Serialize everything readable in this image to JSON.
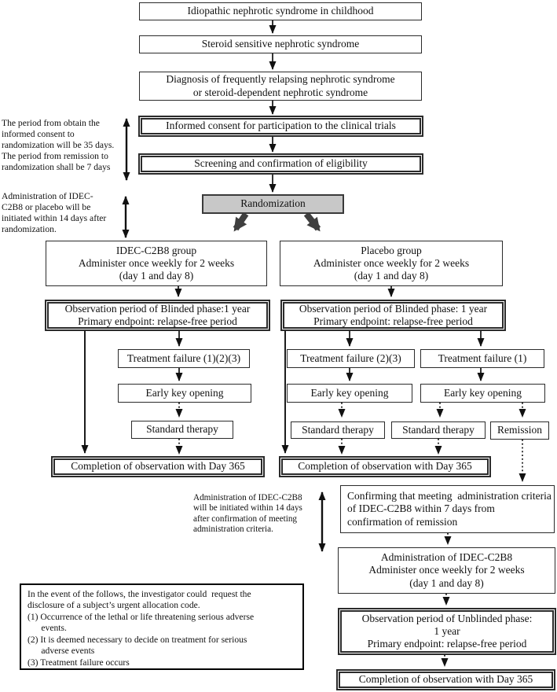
{
  "colors": {
    "box_border": "#2b2b2b",
    "randomization_fill": "#c8c8c8",
    "arrow": "#111111",
    "thick_arrow": "#3f3f3f"
  },
  "flow": {
    "idiopathic": {
      "label": "Idiopathic nephrotic syndrome in childhood"
    },
    "steroid_sensitive": {
      "label": "Steroid sensitive nephrotic syndrome"
    },
    "diagnosis": {
      "lines": [
        "Diagnosis of frequently relapsing nephrotic syndrome",
        "or steroid-dependent nephrotic syndrome"
      ]
    },
    "informed_consent": {
      "label": "Informed consent for participation to the clinical trials"
    },
    "screening": {
      "label": "Screening and confirmation of eligibility"
    },
    "randomization": {
      "label": "Randomization"
    },
    "idec_group": {
      "lines": [
        "IDEC-C2B8 group",
        "Administer once weekly for 2 weeks",
        "(day 1 and day 8)"
      ]
    },
    "placebo_group": {
      "lines": [
        "Placebo group",
        "Administer once weekly for 2 weeks",
        "(day 1 and day 8)"
      ]
    },
    "observation_blinded_idec": {
      "lines": [
        "Observation period of Blinded phase:1 year",
        "Primary endpoint: relapse-free period"
      ]
    },
    "observation_blinded_placebo": {
      "lines": [
        "Observation period of Blinded phase: 1 year",
        "Primary endpoint: relapse-free period"
      ]
    },
    "treatment_failure_idec": {
      "label": "Treatment failure (1)(2)(3)"
    },
    "treatment_failure_placebo_23": {
      "label": "Treatment failure (2)(3)"
    },
    "treatment_failure_placebo_1": {
      "label": "Treatment failure (1)"
    },
    "early_key_idec": {
      "label": "Early key opening"
    },
    "early_key_placebo_23": {
      "label": "Early key opening"
    },
    "early_key_placebo_1": {
      "label": "Early key opening"
    },
    "standard_therapy_idec": {
      "label": "Standard therapy"
    },
    "standard_therapy_placebo_23": {
      "label": "Standard therapy"
    },
    "standard_therapy_placebo_1": {
      "label": "Standard therapy"
    },
    "remission": {
      "label": "Remission"
    },
    "completion_idec": {
      "label": "Completion of observation with Day 365"
    },
    "completion_placebo": {
      "label": "Completion of observation with Day 365"
    },
    "confirming": {
      "lines": [
        "Confirming that meeting  administration criteria",
        "of IDEC-C2B8 within 7 days from",
        "confirmation of remission"
      ]
    },
    "administration_idec": {
      "lines": [
        "Administration of IDEC-C2B8",
        "Administer once weekly for 2 weeks",
        "(day 1 and day 8)"
      ]
    },
    "observation_unblinded": {
      "lines": [
        "Observation period of Unblinded phase:",
        "1 year",
        "Primary endpoint: relapse-free period"
      ]
    },
    "completion_unblinded": {
      "label": "Completion of observation with Day 365"
    }
  },
  "annotations": {
    "consent_period": "The period from obtain the\ninformed consent to\nrandomization will be 35 days.\nThe period from remission to\nrandomization shall be 7 days",
    "administration_window": "Administration of IDEC-\nC2B8 or placebo will be\ninitiated within 14 days after\nrandomization.",
    "administration_after_criteria": "Administration of IDEC-C2B8\nwill be initiated within 14 days\nafter confirmation of meeting\nadministration criteria.",
    "urgent_code_note": "In the event of the follows, the investigator could  request the\ndisclosure of a subject’s urgent allocation code.\n(1) Occurrence of the lethal or life threatening serious adverse\n      events.\n(2) It is deemed necessary to decide on treatment for serious\n      adverse events\n(3) Treatment failure occurs"
  }
}
